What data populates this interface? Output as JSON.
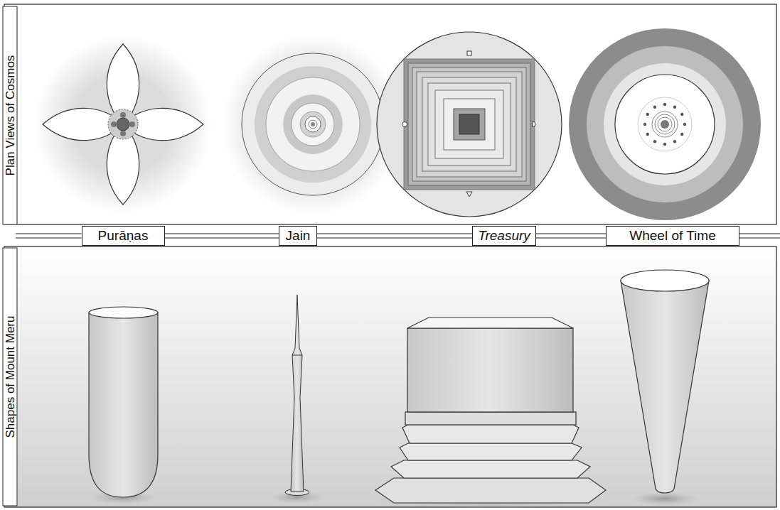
{
  "diagram": {
    "nodes": [
      {
        "text": [
          "Plan Views of Cosmos"
        ]
      },
      {
        "text": [
          "Shapes of Mount Meru"
        ]
      },
      {
        "text": [
          "Purāṇas"
        ]
      },
      {
        "text": [
          "Jain"
        ]
      },
      {
        "text": [
          "Treasury"
        ]
      },
      {
        "text": [
          "Wheel of Time"
        ]
      }
    ],
    "edges": [
      {
        "from": 2,
        "to": 3,
        "arrow": "none"
      },
      {
        "from": 3,
        "to": 4,
        "arrow": "none"
      },
      {
        "from": 4,
        "to": 5,
        "arrow": "none"
      }
    ]
  }
}
